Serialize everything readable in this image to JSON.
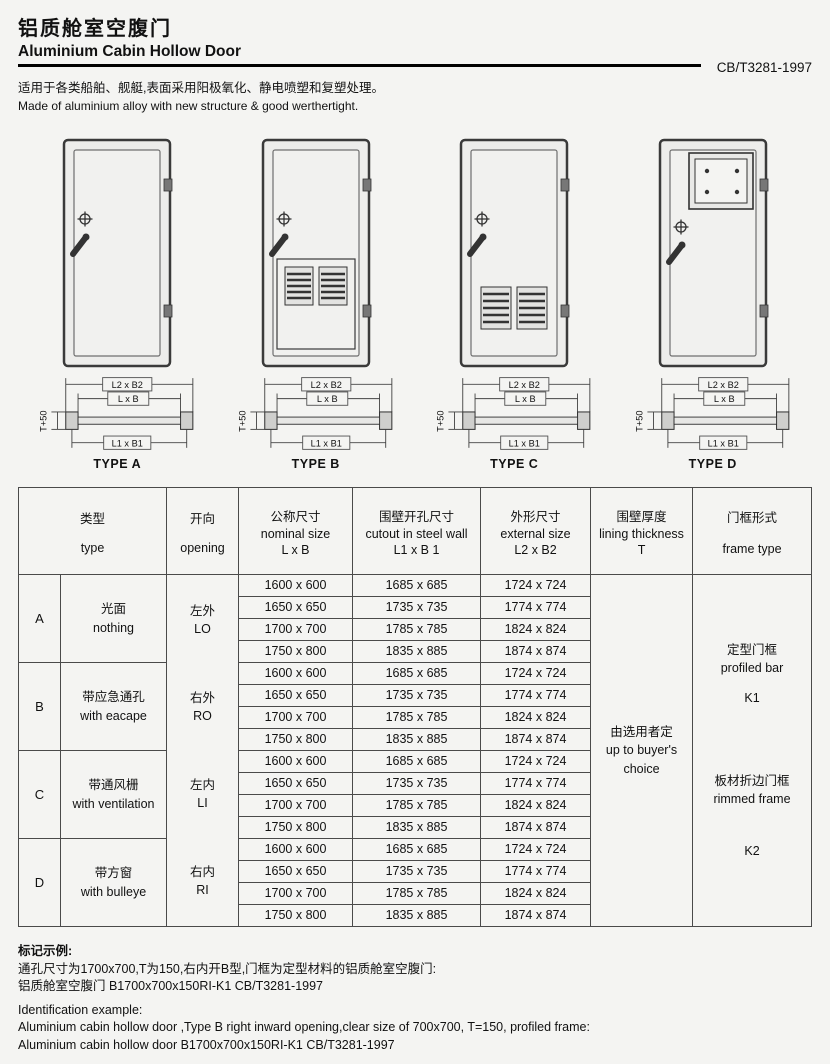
{
  "page": {
    "title_cn": "铝质舱室空腹门",
    "title_en": "Aluminium Cabin Hollow Door",
    "standard": "CB/T3281-1997",
    "desc_cn": "适用于各类船舶、舰艇,表面采用阳极氧化、静电喷塑和复塑处理。",
    "desc_en": "Made of aluminium alloy with new structure & good werthertight."
  },
  "diagrams": {
    "dim_labels": {
      "external": "L2 x B2",
      "nominal": "L x B",
      "cutout": "L1 x B1",
      "thickness": "T+50"
    },
    "types": [
      {
        "name": "TYPE A"
      },
      {
        "name": "TYPE B"
      },
      {
        "name": "TYPE C"
      },
      {
        "name": "TYPE D"
      }
    ]
  },
  "table": {
    "headers": {
      "type_cn": "类型",
      "type_en": "type",
      "opening_cn": "开向",
      "opening_en": "opening",
      "nominal_cn": "公称尺寸",
      "nominal_en": "nominal size",
      "nominal_sub": "L x B",
      "cutout_cn": "围壁开孔尺寸",
      "cutout_en": "cutout in steel wall",
      "cutout_sub": "L1 x B 1",
      "external_cn": "外形尺寸",
      "external_en": "external size",
      "external_sub": "L2 x B2",
      "lining_cn": "围壁厚度",
      "lining_en": "lining thickness",
      "lining_sub": "T",
      "frame_cn": "门框形式",
      "frame_en": "frame type"
    },
    "types": [
      {
        "letter": "A",
        "desc_cn": "光面",
        "desc_en": "nothing"
      },
      {
        "letter": "B",
        "desc_cn": "带应急通孔",
        "desc_en": "with eacape"
      },
      {
        "letter": "C",
        "desc_cn": "带通风栅",
        "desc_en": "with ventilation"
      },
      {
        "letter": "D",
        "desc_cn": "带方窗",
        "desc_en": "with bulleye"
      }
    ],
    "openings": [
      {
        "cn": "左外",
        "en": "LO"
      },
      {
        "cn": "右外",
        "en": "RO"
      },
      {
        "cn": "左内",
        "en": "LI"
      },
      {
        "cn": "右内",
        "en": "RI"
      }
    ],
    "rows": [
      {
        "nominal": "1600 x 600",
        "cutout": "1685 x 685",
        "external": "1724 x 724"
      },
      {
        "nominal": "1650 x 650",
        "cutout": "1735 x 735",
        "external": "1774 x 774"
      },
      {
        "nominal": "1700 x 700",
        "cutout": "1785 x 785",
        "external": "1824 x 824"
      },
      {
        "nominal": "1750 x 800",
        "cutout": "1835 x 885",
        "external": "1874 x 874"
      },
      {
        "nominal": "1600 x 600",
        "cutout": "1685 x 685",
        "external": "1724 x 724"
      },
      {
        "nominal": "1650 x 650",
        "cutout": "1735 x 735",
        "external": "1774 x 774"
      },
      {
        "nominal": "1700 x 700",
        "cutout": "1785 x 785",
        "external": "1824 x 824"
      },
      {
        "nominal": "1750 x 800",
        "cutout": "1835 x 885",
        "external": "1874 x 874"
      },
      {
        "nominal": "1600 x 600",
        "cutout": "1685 x 685",
        "external": "1724 x 724"
      },
      {
        "nominal": "1650 x 650",
        "cutout": "1735 x 735",
        "external": "1774 x 774"
      },
      {
        "nominal": "1700 x 700",
        "cutout": "1785 x 785",
        "external": "1824 x 824"
      },
      {
        "nominal": "1750 x 800",
        "cutout": "1835 x 885",
        "external": "1874 x 874"
      },
      {
        "nominal": "1600 x 600",
        "cutout": "1685 x 685",
        "external": "1724 x 724"
      },
      {
        "nominal": "1650 x 650",
        "cutout": "1735 x 735",
        "external": "1774 x 774"
      },
      {
        "nominal": "1700 x 700",
        "cutout": "1785 x 785",
        "external": "1824 x 824"
      },
      {
        "nominal": "1750 x 800",
        "cutout": "1835 x 885",
        "external": "1874 x 874"
      }
    ],
    "lining": {
      "cn": "由选用者定",
      "en1": "up to buyer's",
      "en2": "choice"
    },
    "frames": [
      {
        "cn": "定型门框",
        "en": "profiled bar",
        "code": "K1"
      },
      {
        "cn": "板材折边门框",
        "en": "rimmed frame",
        "code": "K2"
      }
    ]
  },
  "notes": {
    "cn_title": "标记示例:",
    "cn_line1": "通孔尺寸为1700x700,T为150,右内开B型,门框为定型材料的铝质舱室空腹门:",
    "cn_line2": "铝质舱室空腹门 B1700x700x150RI-K1 CB/T3281-1997",
    "en_title": "Identification example:",
    "en_line1": "Aluminium cabin hollow door ,Type B right inward opening,clear size of 700x700, T=150, profiled frame:",
    "en_line2": "Aluminium cabin hollow door B1700x700x150RI-K1 CB/T3281-1997"
  }
}
